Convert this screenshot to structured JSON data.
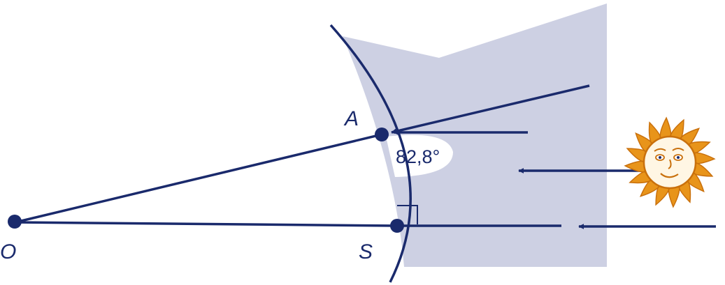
{
  "labels": {
    "point_a": "A",
    "point_o": "O",
    "point_s": "S",
    "angle": "82,8°"
  },
  "colors": {
    "line": "#1a2a6c",
    "shade": "#cdd0e3",
    "sun_fill": "#e8941a",
    "sun_stroke": "#c9700c",
    "sun_face": "#fff6e4",
    "angle_bubble": "#ffffff"
  },
  "icons": {
    "sun": "sun-icon"
  }
}
